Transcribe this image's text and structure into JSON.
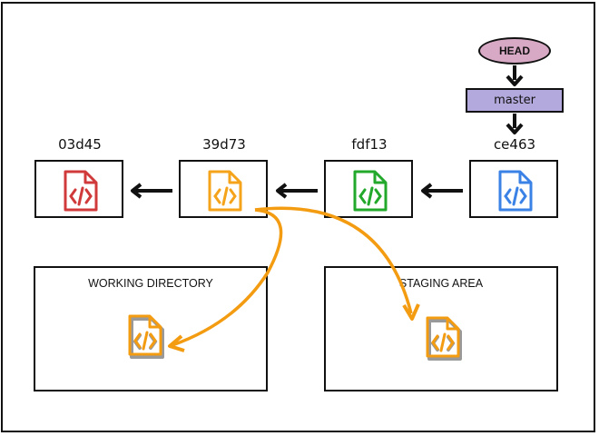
{
  "head": {
    "label": "HEAD",
    "color": "#d8a9c5"
  },
  "branch": {
    "label": "master",
    "color": "#b4a9dc"
  },
  "commits": [
    {
      "hash": "03d45",
      "icon": "code-file-icon",
      "color": "#d03a3a"
    },
    {
      "hash": "39d73",
      "icon": "code-file-icon",
      "color": "#f5a31a"
    },
    {
      "hash": "fdf13",
      "icon": "code-file-icon",
      "color": "#22a82a"
    },
    {
      "hash": "ce463",
      "icon": "code-file-icon",
      "color": "#3b82e6"
    }
  ],
  "areas": [
    {
      "title": "WORKING DIRECTORY",
      "icon": "code-file-icon"
    },
    {
      "title": "STAGING AREA",
      "icon": "code-file-icon"
    }
  ],
  "checkout_arrow_color": "#f39c12"
}
